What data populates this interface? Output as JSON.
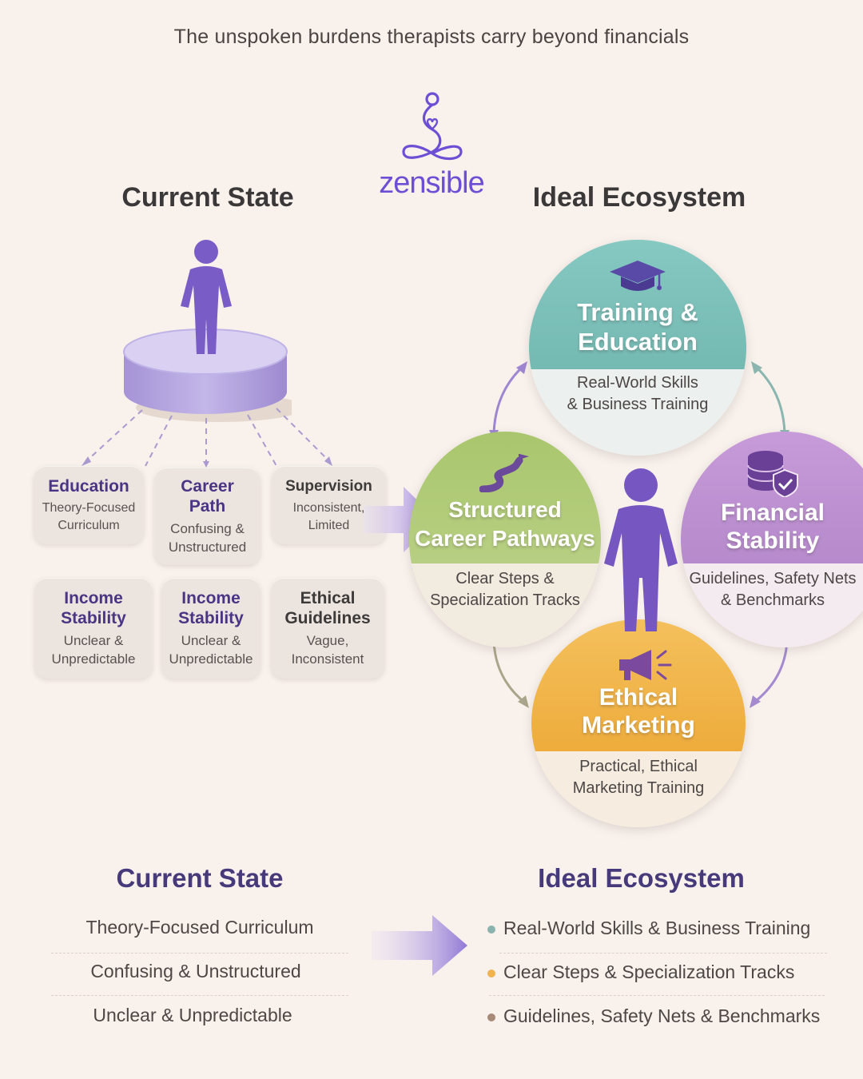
{
  "tagline": "The unspoken burdens therapists carry beyond financials",
  "brand": {
    "name": "zensible",
    "color": "#6c4fd4"
  },
  "current_state": {
    "heading": "Current State",
    "boxes": [
      {
        "title": "Education",
        "subtitle": "Theory-Focused\nCurriculum"
      },
      {
        "title": "Career\nPath",
        "subtitle": "Confusing &\nUnstructured"
      },
      {
        "title": "Supervision",
        "subtitle": "Inconsistent,\nLimited"
      },
      {
        "title": "Income\nStability",
        "subtitle": "Unclear &\nUnpredictable"
      },
      {
        "title": "Income\nStability",
        "subtitle": "Unclear &\nUnpredictable"
      },
      {
        "title": "Ethical\nGuidelines",
        "subtitle": "Vague,\nInconsistent"
      }
    ]
  },
  "ideal_ecosystem": {
    "heading": "Ideal Ecosystem",
    "circles": [
      {
        "title": "Training &\nEducation",
        "subtitle": "Real-World Skills\n& Business Training",
        "color": "#7fc4c0",
        "icon": "graduation-cap-icon"
      },
      {
        "title": "Structured\nCareer Pathways",
        "subtitle": "Clear Steps &\nSpecialization Tracks",
        "color": "#a6c270",
        "icon": "winding-path-icon"
      },
      {
        "title": "Financial\nStability",
        "subtitle": "Guidelines, Safety Nets\n& Benchmarks",
        "color": "#c398d4",
        "icon": "coins-shield-icon"
      },
      {
        "title": "Ethical\nMarketing",
        "subtitle": "Practical, Ethical\nMarketing Training",
        "color": "#f2b446",
        "icon": "megaphone-icon"
      }
    ]
  },
  "bottom": {
    "current_heading": "Current State",
    "ideal_heading": "Ideal Ecosystem",
    "current_items": [
      "Theory-Focused Curriculum",
      "Confusing & Unstructured",
      "Unclear & Unpredictable"
    ],
    "ideal_items": [
      {
        "text": "Real-World Skills & Business Training",
        "dot_color": "#8ab3ae"
      },
      {
        "text": "Clear Steps & Specialization Tracks",
        "dot_color": "#f0b34e"
      },
      {
        "text": "Guidelines, Safety Nets & Benchmarks",
        "dot_color": "#a88a78"
      }
    ]
  }
}
